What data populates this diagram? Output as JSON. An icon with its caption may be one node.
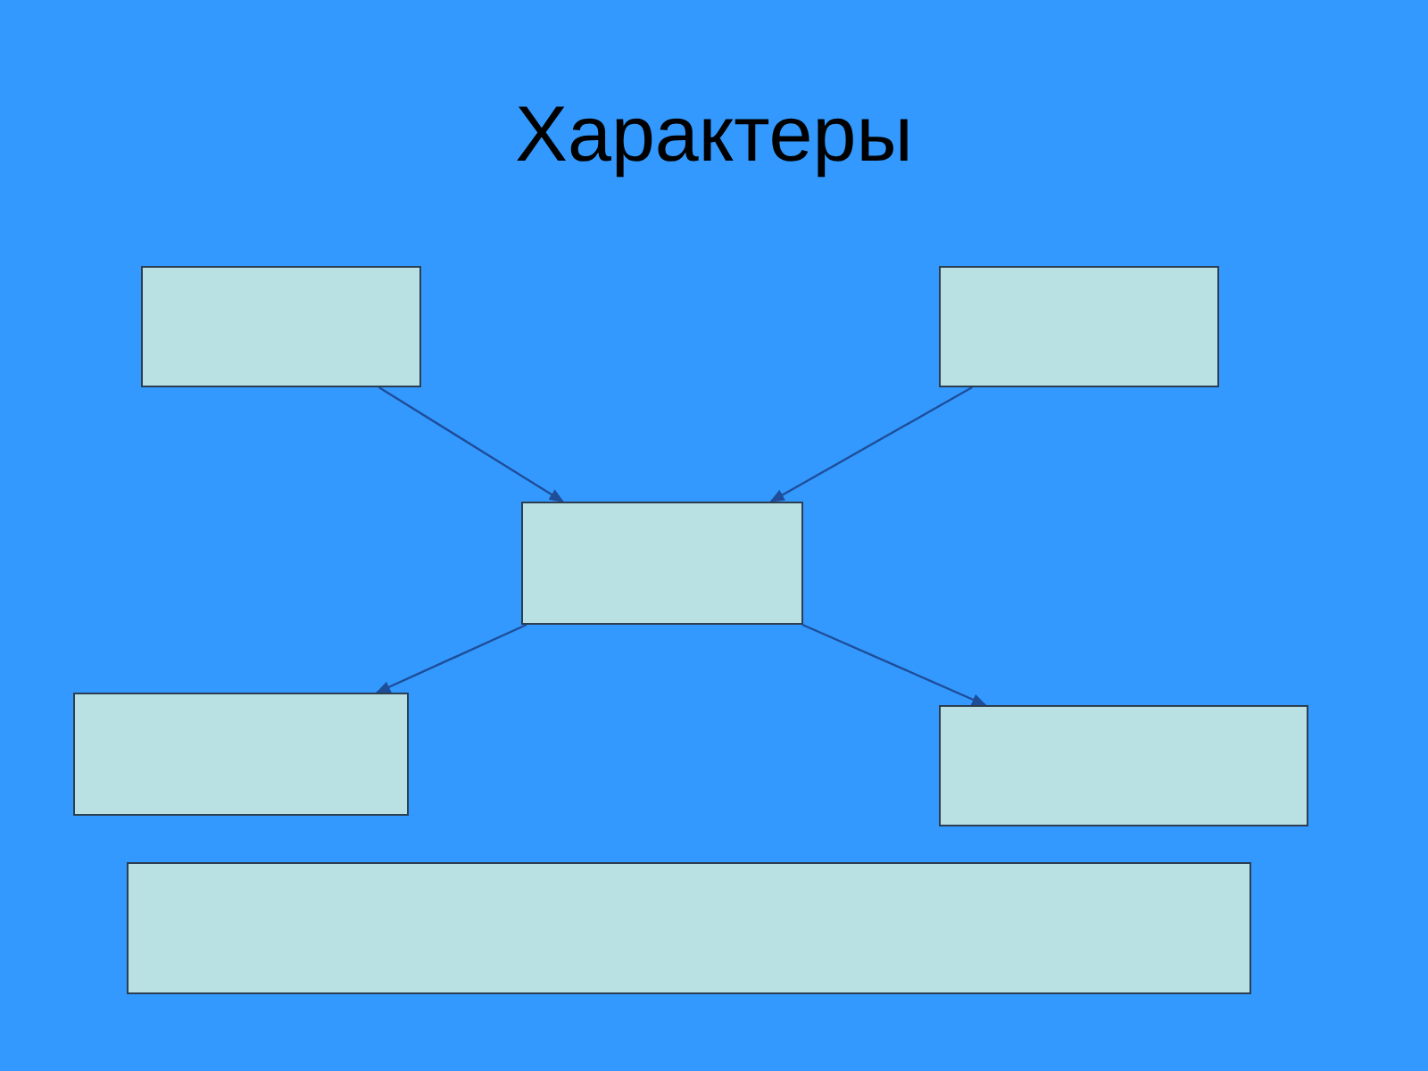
{
  "diagram": {
    "title": "Характеры",
    "nodes": [
      {
        "text": [],
        "shape": "box"
      },
      {
        "text": [],
        "shape": "box"
      },
      {
        "text": [],
        "shape": "box"
      },
      {
        "text": [],
        "shape": "box"
      },
      {
        "text": [],
        "shape": "box"
      },
      {
        "text": [],
        "shape": "box"
      }
    ],
    "edges": [
      {
        "from": 0,
        "to": 2,
        "arrow": "to"
      },
      {
        "from": 1,
        "to": 2,
        "arrow": "to"
      },
      {
        "from": 2,
        "to": 3,
        "arrow": "to"
      },
      {
        "from": 2,
        "to": 4,
        "arrow": "to"
      }
    ]
  }
}
